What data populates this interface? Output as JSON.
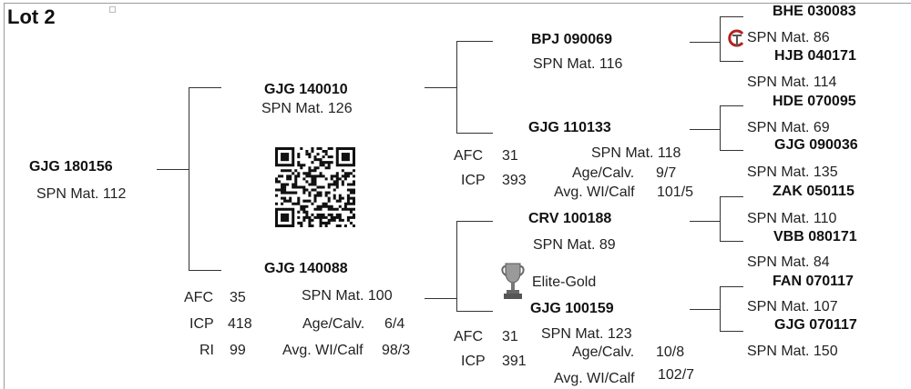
{
  "lot_title": "Lot 2",
  "animal": {
    "id": "GJG 180156",
    "spn": "SPN Mat. 112"
  },
  "sire": {
    "id": "GJG 140010",
    "spn": "SPN Mat. 126",
    "sire": {
      "id": "BPJ 090069",
      "spn": "SPN Mat. 116",
      "sire": {
        "id": "BHE 030083",
        "spn": "SPN Mat. 86"
      },
      "dam": {
        "id": "HJB 040171",
        "spn": "SPN Mat. 114"
      }
    },
    "dam": {
      "id": "GJG 110133",
      "spn": "SPN Mat. 118",
      "afc_label": "AFC",
      "afc": "31",
      "icp_label": "ICP",
      "icp": "393",
      "age_calv_label": "Age/Calv.",
      "age_calv": "9/7",
      "avg_wi_label": "Avg. WI/Calf",
      "avg_wi": "101/5",
      "sire": {
        "id": "HDE 070095",
        "spn": "SPN Mat. 69"
      },
      "dam": {
        "id": "GJG 090036",
        "spn": "SPN Mat. 135"
      }
    }
  },
  "dam": {
    "id": "GJG 140088",
    "spn": "SPN Mat. 100",
    "afc_label": "AFC",
    "afc": "35",
    "icp_label": "ICP",
    "icp": "418",
    "ri_label": "RI",
    "ri": "99",
    "age_calv_label": "Age/Calv.",
    "age_calv": "6/4",
    "avg_wi_label": "Avg. WI/Calf",
    "avg_wi": "98/3",
    "sire": {
      "id": "CRV 100188",
      "spn": "SPN Mat. 89",
      "award": "Elite-Gold",
      "sire": {
        "id": "ZAK 050115",
        "spn": "SPN Mat. 110"
      },
      "dam": {
        "id": "VBB 080171",
        "spn": "SPN Mat. 84"
      }
    },
    "dam": {
      "id": "GJG 100159",
      "spn": "SPN Mat. 123",
      "afc_label": "AFC",
      "afc": "31",
      "icp_label": "ICP",
      "icp": "391",
      "age_calv_label": "Age/Calv.",
      "age_calv": "10/8",
      "avg_wi_label": "Avg. WI/Calf",
      "avg_wi": "102/7",
      "sire": {
        "id": "FAN 070117",
        "spn": "SPN Mat. 107"
      },
      "dam": {
        "id": "GJG 070117",
        "spn": "SPN Mat. 150"
      }
    }
  },
  "colors": {
    "text": "#222222",
    "line": "#333333",
    "frame": "#9a9a9a",
    "logo_red": "#b22222"
  },
  "icons": {
    "qr": "qr-code-icon",
    "trophy": "trophy-icon",
    "logo": "gt-logo-icon"
  }
}
